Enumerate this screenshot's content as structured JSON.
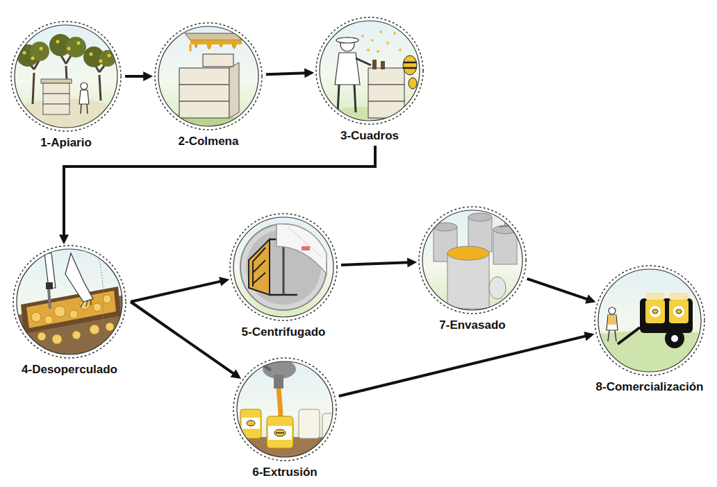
{
  "diagram": {
    "nodes": [
      {
        "text": [
          "1-Apiario"
        ]
      },
      {
        "text": [
          "2-Colmena"
        ]
      },
      {
        "text": [
          "3-Cuadros"
        ]
      },
      {
        "text": [
          "4-Desoperculado"
        ]
      },
      {
        "text": [
          "5-Centrifugado"
        ]
      },
      {
        "text": [
          "6-Extrusión"
        ]
      },
      {
        "text": [
          "7-Envasado"
        ]
      },
      {
        "text": [
          "8-Comercialización"
        ]
      }
    ],
    "edges": [
      {
        "from": 0,
        "to": 1,
        "arrow": "to"
      },
      {
        "from": 1,
        "to": 2,
        "arrow": "to"
      },
      {
        "from": 2,
        "to": 3,
        "arrow": "to"
      },
      {
        "from": 3,
        "to": 4,
        "arrow": "to"
      },
      {
        "from": 3,
        "to": 5,
        "arrow": "to"
      },
      {
        "from": 4,
        "to": 6,
        "arrow": "to"
      },
      {
        "from": 6,
        "to": 7,
        "arrow": "to"
      },
      {
        "from": 5,
        "to": 7,
        "arrow": "to"
      }
    ]
  }
}
